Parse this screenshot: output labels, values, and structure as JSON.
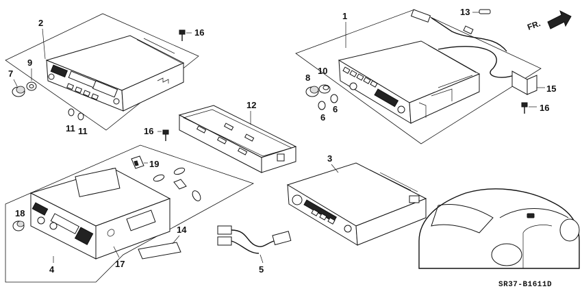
{
  "callouts": {
    "c1": "1",
    "c2": "2",
    "c3": "3",
    "c4": "4",
    "c5": "5",
    "c6a": "6",
    "c6b": "6",
    "c7": "7",
    "c8": "8",
    "c9": "9",
    "c10": "10",
    "c11a": "11",
    "c11b": "11",
    "c12": "12",
    "c13": "13",
    "c14": "14",
    "c15": "15",
    "c16a": "16",
    "c16b": "16",
    "c16c": "16",
    "c17": "17",
    "c18": "18",
    "c19": "19"
  },
  "direction_label": "FR.",
  "drawing_code": "SR37-B1611D"
}
